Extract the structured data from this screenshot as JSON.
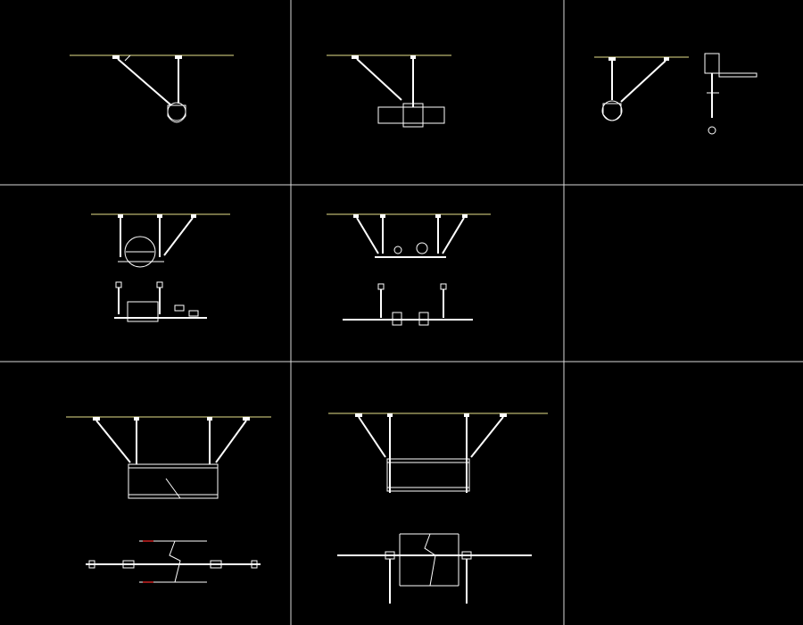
{
  "drawing": {
    "colors": {
      "background": "#000000",
      "line": "#ffffff",
      "ceiling": "#e6e08a",
      "accent": "#ff2a2a"
    },
    "panels": [
      {
        "id": "panel-1",
        "title": "",
        "caption": "",
        "labels": [
          "",
          "",
          "",
          "",
          "",
          "",
          ""
        ]
      },
      {
        "id": "panel-2",
        "title": "",
        "caption": "",
        "labels": [
          "",
          "",
          "",
          "",
          "",
          ""
        ]
      },
      {
        "id": "panel-3",
        "title": "",
        "caption": "",
        "labels": [
          "",
          "",
          "",
          "",
          "",
          "",
          "",
          "",
          ""
        ]
      },
      {
        "id": "panel-4",
        "title": "",
        "caption": "",
        "labels": [
          "",
          "",
          "",
          "",
          "",
          "",
          "",
          "",
          ""
        ]
      },
      {
        "id": "panel-5",
        "title": "",
        "caption": "",
        "labels": [
          "",
          "",
          "",
          "",
          "",
          "",
          "",
          ""
        ]
      },
      {
        "id": "panel-7",
        "title": "",
        "caption": "",
        "labels": [
          "",
          "",
          "",
          "",
          "",
          "",
          "",
          "",
          "",
          ""
        ]
      },
      {
        "id": "panel-8",
        "title": "",
        "caption": "",
        "labels": [
          "",
          "",
          "",
          "",
          "",
          "",
          "",
          "",
          "",
          "",
          "",
          "",
          "",
          "",
          "",
          "",
          "",
          ""
        ]
      }
    ]
  }
}
